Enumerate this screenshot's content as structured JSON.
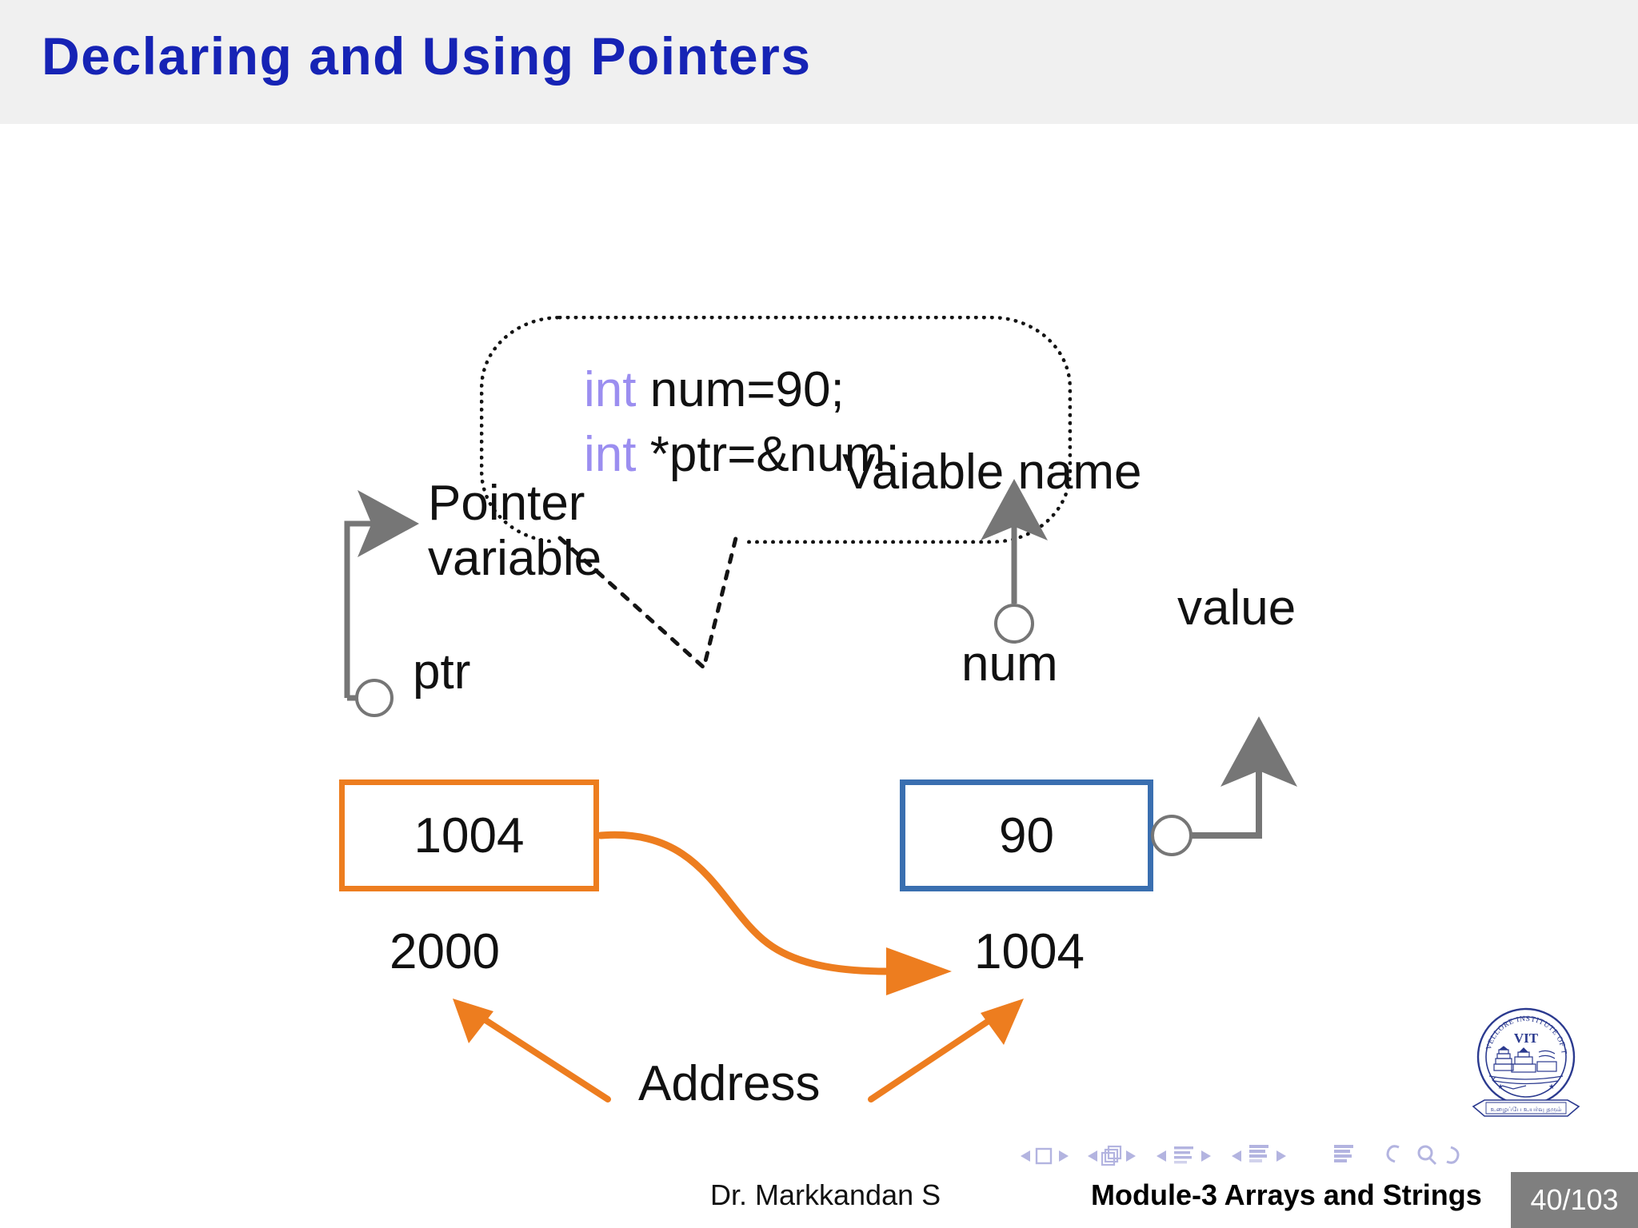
{
  "header": {
    "title": "Declaring and Using Pointers",
    "title_color": "#1623b5",
    "bar_color": "#f0f0f0"
  },
  "diagram": {
    "code_bubble": {
      "lines": [
        {
          "keyword": "int",
          "rest": " num=90;"
        },
        {
          "keyword": "int",
          "rest": " *ptr=&num;"
        }
      ],
      "keyword_color": "#9b8ef0",
      "text_color": "#111111",
      "border_style": "dotted"
    },
    "labels": {
      "pointer_variable_line1": "Pointer",
      "pointer_variable_line2": "variable",
      "variable_name": "Vaiable name",
      "value": "value",
      "ptr": "ptr",
      "num": "num",
      "address_left": "2000",
      "address_right": "1004",
      "address": "Address"
    },
    "boxes": [
      {
        "name": "pointer-box",
        "value": "1004",
        "border_color": "#ed7d1f"
      },
      {
        "name": "variable-box",
        "value": "90",
        "border_color": "#3a6fb0"
      }
    ],
    "colors": {
      "orange": "#ed7d1f",
      "blue": "#3a6fb0",
      "gray": "#767676"
    }
  },
  "logo": {
    "center_text": "VIT",
    "ring_text": "VELLORE INSTITUTE OF TECHNOLOGY",
    "banner_text": "உழைப்பே உயர்வு தரும்"
  },
  "navbar": {
    "icons": [
      "prev-slide-icon",
      "slide-icon",
      "next-slide-icon",
      "prev-frame-icon",
      "frames-icon",
      "next-frame-icon",
      "prev-subsection-icon",
      "subsection-icon",
      "next-subsection-icon",
      "prev-section-icon",
      "section-icon",
      "next-section-icon",
      "document-icon",
      "back-icon",
      "search-icon",
      "forward-icon"
    ],
    "color": "#b3b4e0"
  },
  "footer": {
    "author": "Dr. Markkandan S",
    "module": "Module-3  Arrays and Strings",
    "page": "40/103",
    "page_bg": "#7f7f7f"
  }
}
